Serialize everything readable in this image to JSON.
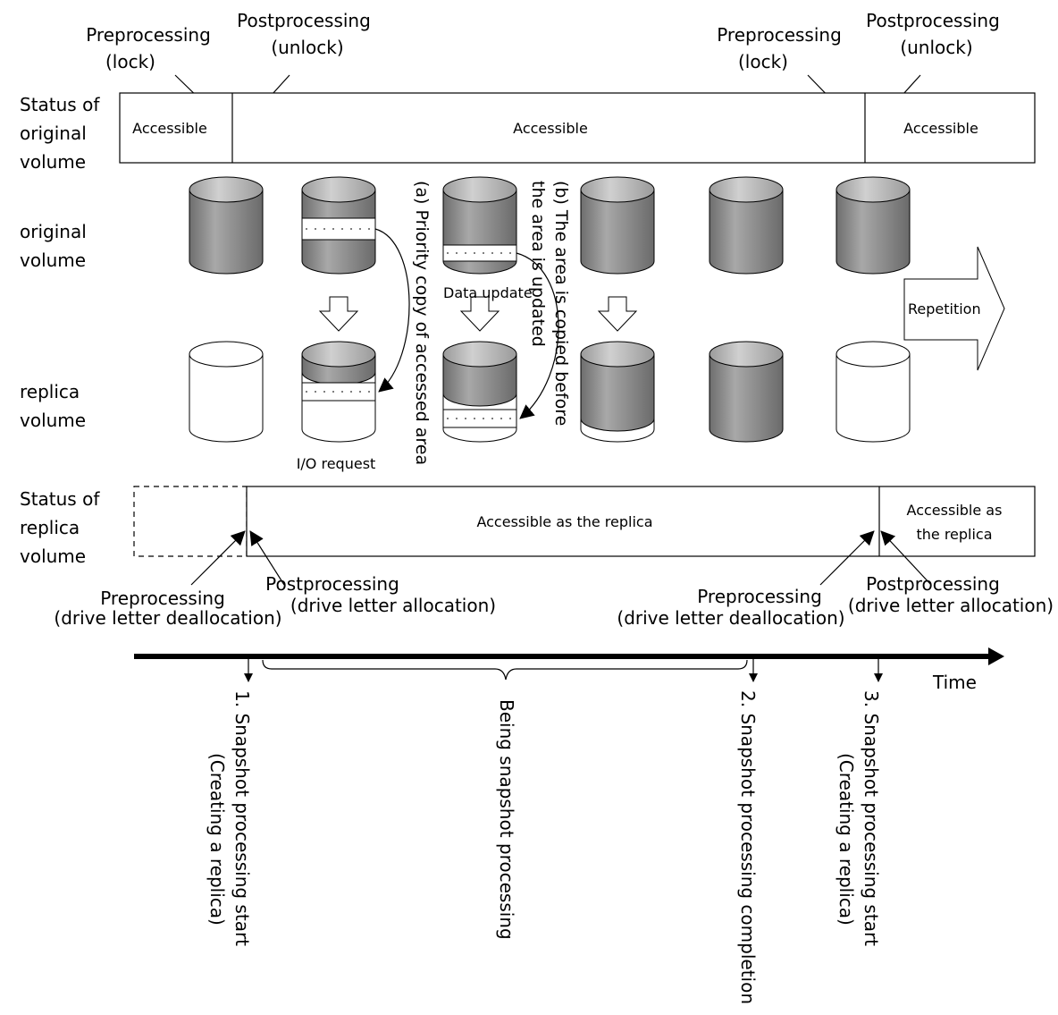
{
  "labels": {
    "status_original": [
      "Status of",
      "original",
      "volume"
    ],
    "original_volume": [
      "original",
      "volume"
    ],
    "replica_volume": [
      "replica",
      "volume"
    ],
    "status_replica": [
      "Status of",
      "replica",
      "volume"
    ]
  },
  "top_processing": {
    "pre_left": [
      "Preprocessing",
      "(lock)"
    ],
    "post_left": [
      "Postprocessing",
      "(unlock)"
    ],
    "pre_right": [
      "Preprocessing",
      "(lock)"
    ],
    "post_right": [
      "Postprocessing",
      "(unlock)"
    ]
  },
  "original_status": {
    "left": "Accessible",
    "middle": "Accessible",
    "right": "Accessible"
  },
  "annotations": {
    "priority_copy": "(a) Priority copy of accessed area",
    "area_copied": [
      "(b) The area is copied before",
      "the area is updated"
    ],
    "data_update": "Data update",
    "io_request": "I/O request",
    "repetition": "Repetition"
  },
  "replica_status": {
    "middle": "Accessible as the replica",
    "right": [
      "Accessible as",
      "the replica"
    ]
  },
  "bottom_processing": {
    "pre_left": [
      "Preprocessing",
      "(drive letter deallocation)"
    ],
    "post_left": [
      "Postprocessing",
      "(drive letter allocation)"
    ],
    "pre_right": [
      "Preprocessing",
      "(drive letter deallocation)"
    ],
    "post_right": [
      "Postprocessing",
      "(drive letter allocation)"
    ]
  },
  "timeline": {
    "time_label": "Time",
    "step1": [
      "1. Snapshot processing start",
      "(Creating a replica)"
    ],
    "during": "Being snapshot processing",
    "step2": "2. Snapshot processing completion",
    "step3": [
      "3. Snapshot processing start",
      "(Creating a replica)"
    ]
  },
  "colors": {
    "cylinder_dark": "#8c8c8c",
    "cylinder_top": "#c8c8c8",
    "outline": "#000000",
    "background": "#ffffff"
  }
}
